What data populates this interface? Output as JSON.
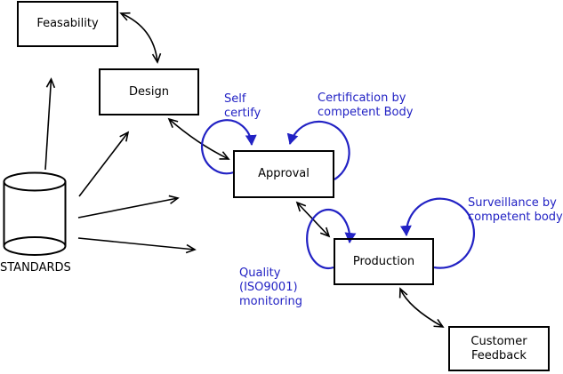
{
  "diagram": {
    "nodes": {
      "feasability": {
        "label": "Feasability"
      },
      "design": {
        "label": "Design"
      },
      "approval": {
        "label": "Approval"
      },
      "production": {
        "label": "Production"
      },
      "customer_feedback": {
        "label": "Customer\nFeedback"
      },
      "standards": {
        "label": "STANDARDS"
      }
    },
    "annotations": {
      "self_certify": {
        "text": "Self\ncertify"
      },
      "certification": {
        "text": "Certification by\ncompetent Body"
      },
      "quality_monitoring": {
        "text": "Quality\n(ISO9001)\nmonitoring"
      },
      "surveillance": {
        "text": "Surveillance by\ncompetent body"
      }
    },
    "colors": {
      "line": "#000000",
      "annotation": "#2222c4",
      "background": "#ffffff"
    }
  }
}
